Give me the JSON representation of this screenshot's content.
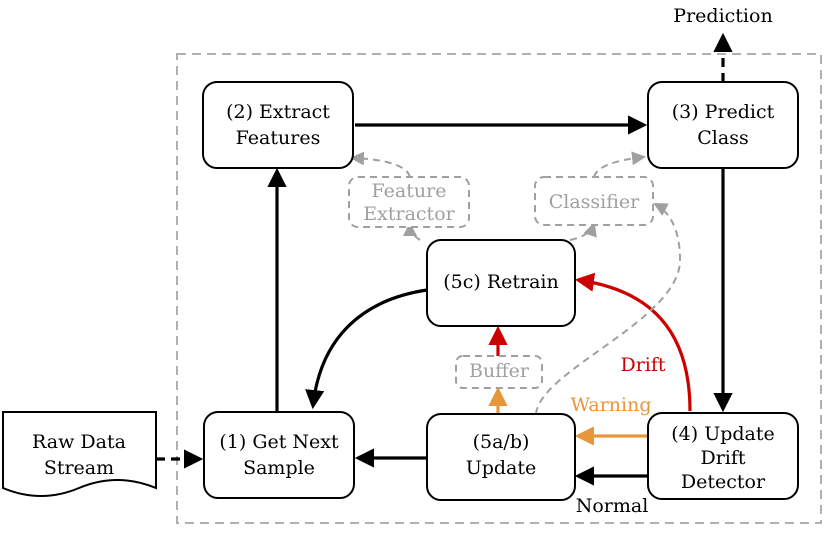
{
  "colors": {
    "black": "#000000",
    "grey": "#a0a0a0",
    "orange": "#e8963a",
    "red": "#cc0000"
  },
  "nodes": {
    "raw_data": [
      "Raw Data",
      "Stream"
    ],
    "get_next": [
      "(1) Get Next",
      "Sample"
    ],
    "extract": [
      "(2) Extract",
      "Features"
    ],
    "predict": [
      "(3) Predict",
      "Class"
    ],
    "update_detector": [
      "(4) Update",
      "Drift",
      "Detector"
    ],
    "update": [
      "(5a/b)",
      "Update"
    ],
    "retrain": "(5c) Retrain",
    "feature_extractor": [
      "Feature",
      "Extractor"
    ],
    "classifier": "Classifier",
    "buffer": "Buffer"
  },
  "edge_labels": {
    "prediction": "Prediction",
    "drift": "Drift",
    "warning": "Warning",
    "normal": "Normal"
  }
}
